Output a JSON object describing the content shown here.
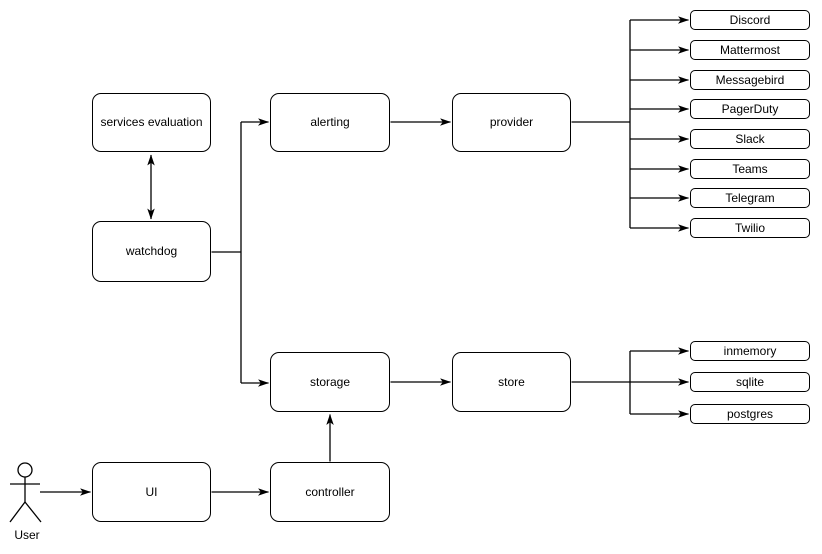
{
  "nodes": {
    "services_evaluation": "services evaluation",
    "watchdog": "watchdog",
    "alerting": "alerting",
    "provider": "provider",
    "storage": "storage",
    "store": "store",
    "ui": "UI",
    "controller": "controller"
  },
  "providers": [
    "Discord",
    "Mattermost",
    "Messagebird",
    "PagerDuty",
    "Slack",
    "Teams",
    "Telegram",
    "Twilio"
  ],
  "stores": [
    "inmemory",
    "sqlite",
    "postgres"
  ],
  "actor_label": "User",
  "colors": {
    "stroke": "#000000",
    "node_fill": "#ffffff",
    "background": "#ffffff"
  }
}
